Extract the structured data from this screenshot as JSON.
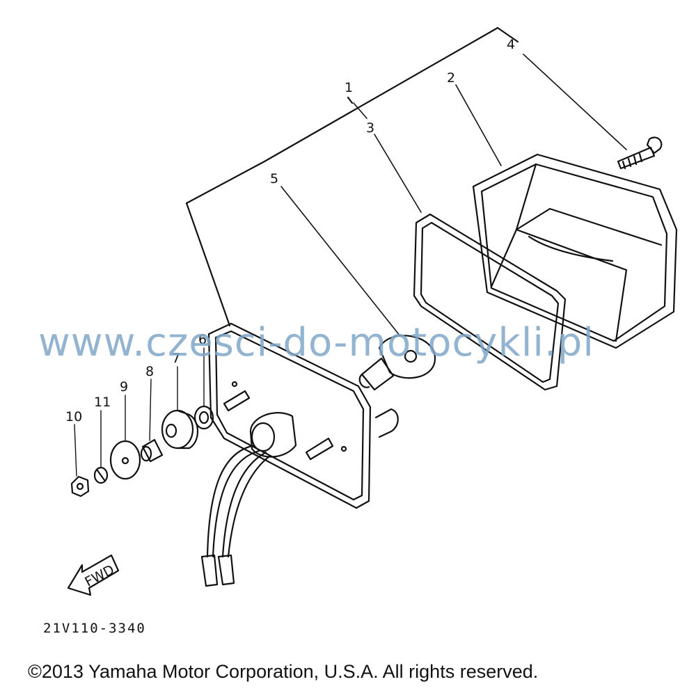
{
  "diagram": {
    "callouts": [
      "1",
      "2",
      "3",
      "4",
      "5",
      "6",
      "7",
      "8",
      "9",
      "10",
      "11"
    ],
    "fwd_label": "FWD",
    "drawing_code": "21V110-3340",
    "watermark": "www.czesci-do-motocykli.pl",
    "copyright": "©2013 Yamaha Motor Corporation, U.S.A. All rights reserved."
  },
  "colors": {
    "line": "#111111",
    "watermark": "#7fa7c9"
  }
}
